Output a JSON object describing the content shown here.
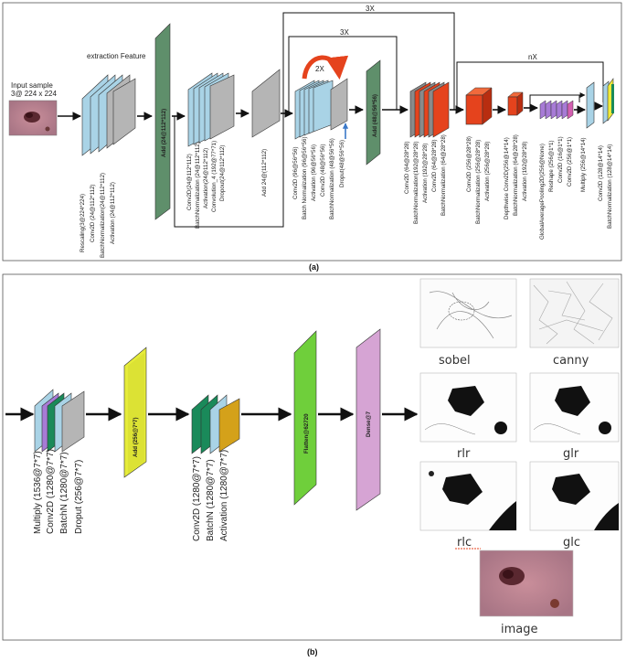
{
  "panel_a": {
    "caption": "(a)",
    "input_title": "Input sample",
    "input_size": "3@ 224 x 224",
    "extraction_title": "extraction Feature",
    "loop_3x_outer": "3X",
    "loop_3x_inner": "3X",
    "loop_2x": "2X",
    "loop_nx": "nX",
    "block1": [
      "Rescaling(3@224*224)",
      "Conv2D (24@112*112)",
      "BatchNormalization(24@112*112)",
      "Activation (24@112*112)"
    ],
    "add1": "Add (24@112*112)",
    "block2": [
      "Conv2D(24@112*112)",
      "BatchNormalization (24@112*112)",
      "Activation(24@112*112)",
      "Convolution_4 (192@77*71)",
      "Dropout(24@112*112)"
    ],
    "add2": "Add 24@(112*112)",
    "block3": [
      "Conv2D (96@56*56)",
      "Batch Normalization (96@56*56)",
      "Activation (96@56*56)",
      "Conv2D (48@56*56)",
      "BatchNormalization (48@56*56)"
    ],
    "dropout3": "Droput(48@56*56)",
    "add3": "Add (48@56*56)",
    "block4": [
      "Conv2D (64@28*28)",
      "BatchNormalization(192@28*28)",
      "Activation (192@28*28)",
      "Conv2D (64@28*28)",
      "BatchNormalization (64@28*28)"
    ],
    "block5": [
      "Conv2D (256@28*28)",
      "BatchNormalization (256@28*28)",
      "Activation (256@28*28)"
    ],
    "block6": [
      "Depthwise Conv2D(256@14*14)",
      "BatchNormalization (64@28*28)",
      "Activation (192@28*28)"
    ],
    "block7": [
      "GlobalAveragePooling2D(256@None)",
      "Reshape (256@1*1)",
      "Conv2D (16@1*1)",
      "Conv2D (256@1*1)"
    ],
    "block8": [
      "Multiply (256@14*14)"
    ],
    "block9": [
      "Conv2D (128@14*14)",
      "BatchNormalization (128@14*14)"
    ]
  },
  "panel_b": {
    "caption": "(b)",
    "block1": [
      "Multiply (1536@7*7)",
      "Conv2D (1280@7*7)",
      "BatchN (1280@7*7)",
      "Droput (256@7*7)"
    ],
    "add": "Add (256@7*7)",
    "block2": [
      "Conv2D (1280@7*7)",
      "BatchN (1280@7*7)",
      "Activation (1280@7*7)"
    ],
    "flatten": "Flatten@62720",
    "dense": "Dense@7",
    "thumbs": [
      "sobel",
      "canny",
      "rlr",
      "glr",
      "rlc",
      "glc",
      "image"
    ]
  },
  "colors": {
    "layer_blue": "#a9d3e6",
    "add_green": "#5f8f6b",
    "red": "#e5431d",
    "purple": "#a77bd6",
    "lime_green": "#6fcf3b",
    "dense_pink": "#d6a4d4",
    "yellow": "#f0ea3a",
    "dark_green": "#1a8a5a"
  }
}
